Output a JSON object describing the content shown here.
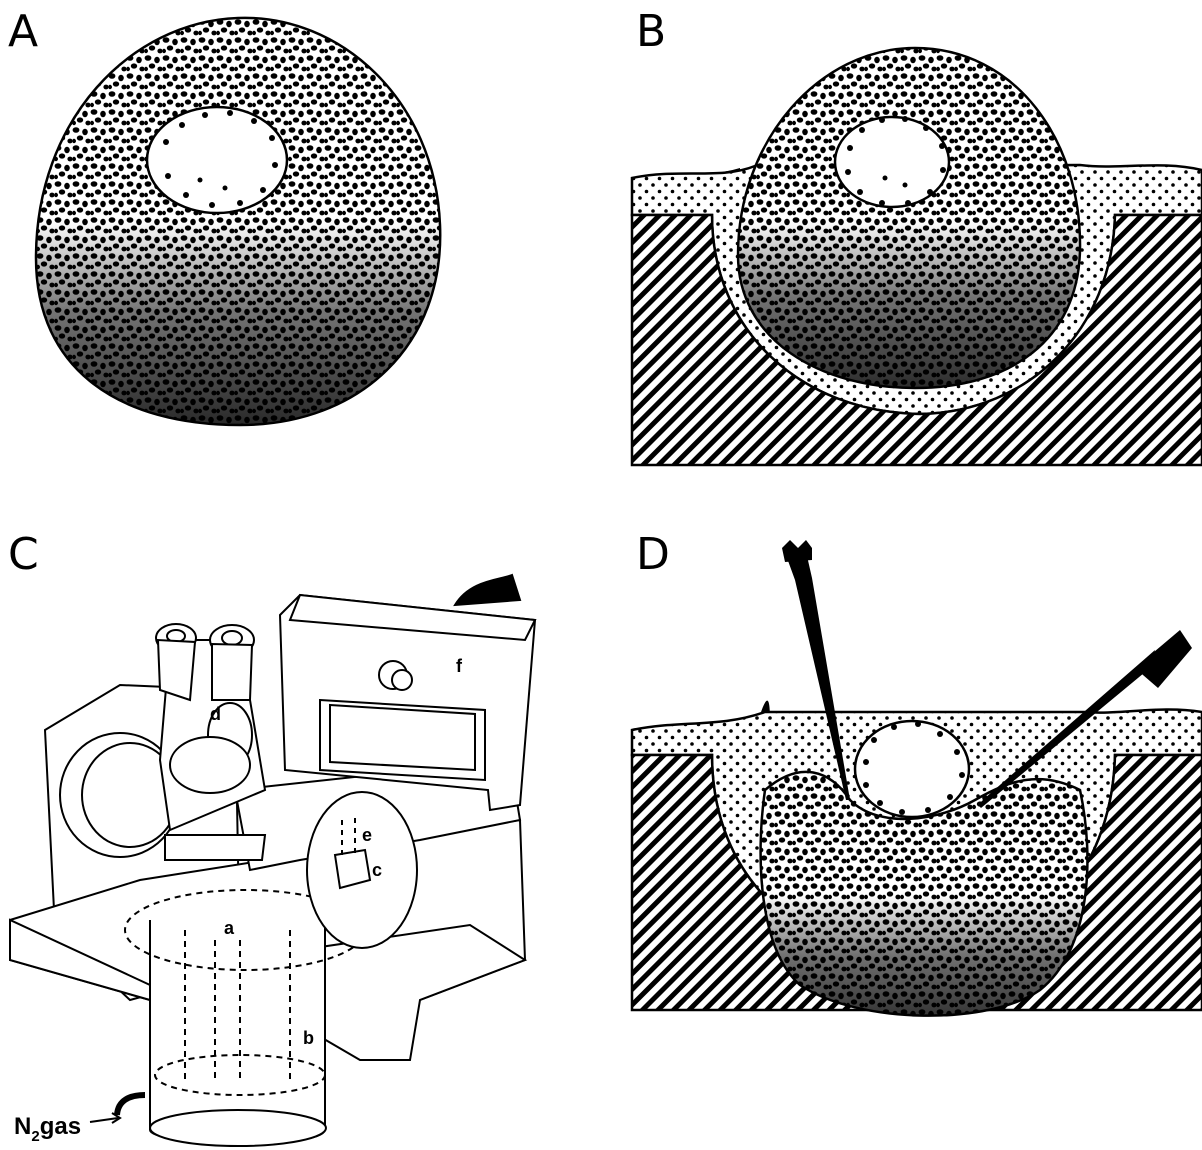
{
  "panels": {
    "a": {
      "label": "A"
    },
    "b": {
      "label": "B"
    },
    "c": {
      "label": "C"
    },
    "d": {
      "label": "D"
    }
  },
  "apparatus": {
    "parts": {
      "a": "a",
      "b": "b",
      "c": "c",
      "d": "d",
      "e": "e",
      "f": "f"
    },
    "gas_prefix": "N",
    "gas_subscript": "2",
    "gas_suffix": "gas"
  },
  "colors": {
    "ink": "#000000",
    "paper": "#ffffff"
  }
}
